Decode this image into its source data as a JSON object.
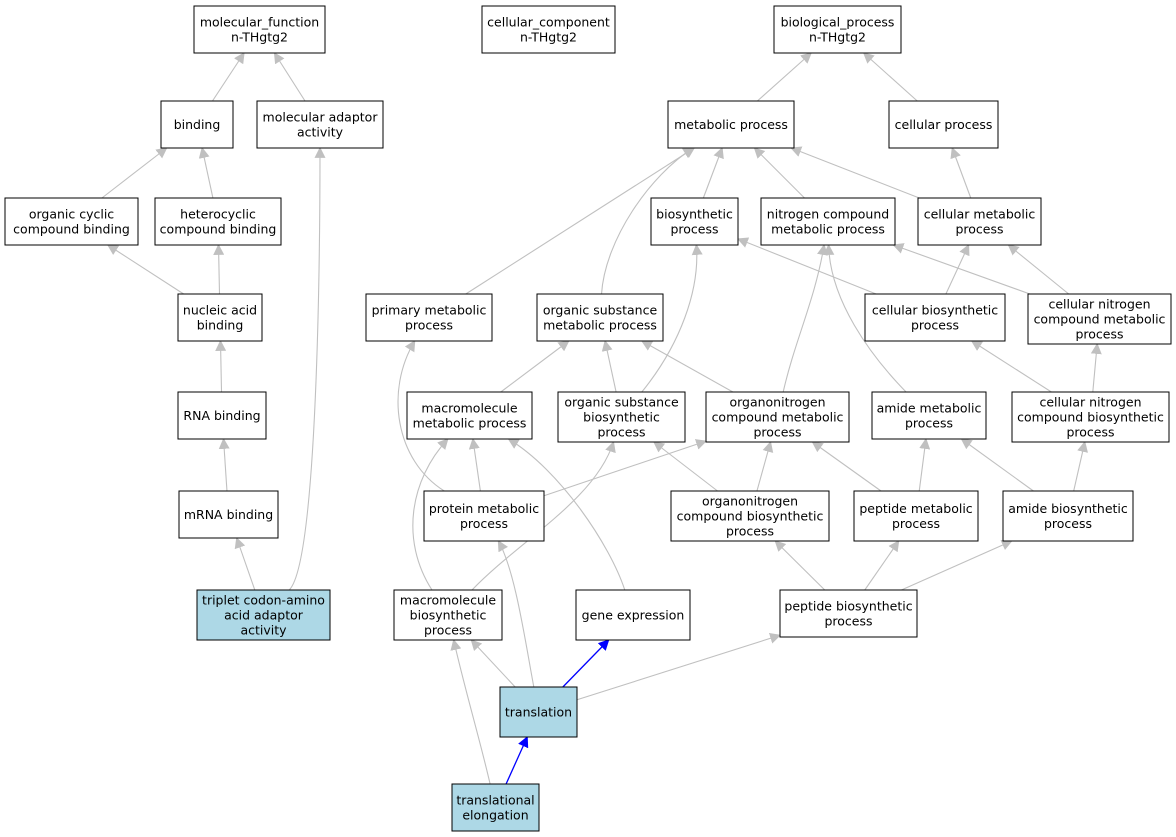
{
  "colors": {
    "node_fill": "#ffffff",
    "highlight_fill": "#add8e6",
    "node_stroke": "#000000",
    "edge_gray": "#c0c0c0",
    "edge_highlight": "#0000ff"
  },
  "nodes": [
    {
      "id": "molecular_function",
      "lines": [
        "molecular_function",
        "n-THgtg2"
      ],
      "highlighted": false
    },
    {
      "id": "cellular_component",
      "lines": [
        "cellular_component",
        "n-THgtg2"
      ],
      "highlighted": false
    },
    {
      "id": "biological_process",
      "lines": [
        "biological_process",
        "n-THgtg2"
      ],
      "highlighted": false
    },
    {
      "id": "binding",
      "lines": [
        "binding"
      ],
      "highlighted": false
    },
    {
      "id": "molecular_adaptor_activity",
      "lines": [
        "molecular adaptor",
        "activity"
      ],
      "highlighted": false
    },
    {
      "id": "metabolic_process",
      "lines": [
        "metabolic process"
      ],
      "highlighted": false
    },
    {
      "id": "cellular_process",
      "lines": [
        "cellular process"
      ],
      "highlighted": false
    },
    {
      "id": "organic_cyclic_compound_binding",
      "lines": [
        "organic cyclic",
        "compound binding"
      ],
      "highlighted": false
    },
    {
      "id": "heterocyclic_compound_binding",
      "lines": [
        "heterocyclic",
        "compound binding"
      ],
      "highlighted": false
    },
    {
      "id": "biosynthetic_process",
      "lines": [
        "biosynthetic",
        "process"
      ],
      "highlighted": false
    },
    {
      "id": "nitrogen_compound_metabolic_process",
      "lines": [
        "nitrogen compound",
        "metabolic process"
      ],
      "highlighted": false
    },
    {
      "id": "cellular_metabolic_process",
      "lines": [
        "cellular metabolic",
        "process"
      ],
      "highlighted": false
    },
    {
      "id": "nucleic_acid_binding",
      "lines": [
        "nucleic acid",
        "binding"
      ],
      "highlighted": false
    },
    {
      "id": "primary_metabolic_process",
      "lines": [
        "primary metabolic",
        "process"
      ],
      "highlighted": false
    },
    {
      "id": "organic_substance_metabolic_process",
      "lines": [
        "organic substance",
        "metabolic process"
      ],
      "highlighted": false
    },
    {
      "id": "cellular_biosynthetic_process",
      "lines": [
        "cellular biosynthetic",
        "process"
      ],
      "highlighted": false
    },
    {
      "id": "cellular_nitrogen_compound_metabolic_process",
      "lines": [
        "cellular nitrogen",
        "compound metabolic",
        "process"
      ],
      "highlighted": false
    },
    {
      "id": "rna_binding",
      "lines": [
        "RNA binding"
      ],
      "highlighted": false
    },
    {
      "id": "macromolecule_metabolic_process",
      "lines": [
        "macromolecule",
        "metabolic process"
      ],
      "highlighted": false
    },
    {
      "id": "organic_substance_biosynthetic_process",
      "lines": [
        "organic substance",
        "biosynthetic",
        "process"
      ],
      "highlighted": false
    },
    {
      "id": "organonitrogen_compound_metabolic_process",
      "lines": [
        "organonitrogen",
        "compound metabolic",
        "process"
      ],
      "highlighted": false
    },
    {
      "id": "amide_metabolic_process",
      "lines": [
        "amide metabolic",
        "process"
      ],
      "highlighted": false
    },
    {
      "id": "cellular_nitrogen_compound_biosynthetic_process",
      "lines": [
        "cellular nitrogen",
        "compound biosynthetic",
        "process"
      ],
      "highlighted": false
    },
    {
      "id": "mrna_binding",
      "lines": [
        "mRNA binding"
      ],
      "highlighted": false
    },
    {
      "id": "protein_metabolic_process",
      "lines": [
        "protein metabolic",
        "process"
      ],
      "highlighted": false
    },
    {
      "id": "organonitrogen_compound_biosynthetic_process",
      "lines": [
        "organonitrogen",
        "compound biosynthetic",
        "process"
      ],
      "highlighted": false
    },
    {
      "id": "peptide_metabolic_process",
      "lines": [
        "peptide metabolic",
        "process"
      ],
      "highlighted": false
    },
    {
      "id": "amide_biosynthetic_process",
      "lines": [
        "amide biosynthetic",
        "process"
      ],
      "highlighted": false
    },
    {
      "id": "triplet_codon_amino_acid_adaptor_activity",
      "lines": [
        "triplet codon-amino",
        "acid adaptor",
        "activity"
      ],
      "highlighted": true
    },
    {
      "id": "macromolecule_biosynthetic_process",
      "lines": [
        "macromolecule",
        "biosynthetic",
        "process"
      ],
      "highlighted": false
    },
    {
      "id": "gene_expression",
      "lines": [
        "gene expression"
      ],
      "highlighted": false
    },
    {
      "id": "peptide_biosynthetic_process",
      "lines": [
        "peptide biosynthetic",
        "process"
      ],
      "highlighted": false
    },
    {
      "id": "translation",
      "lines": [
        "translation"
      ],
      "highlighted": true
    },
    {
      "id": "translational_elongation",
      "lines": [
        "translational",
        "elongation"
      ],
      "highlighted": true
    }
  ],
  "edges": [
    {
      "from": "binding",
      "to": "molecular_function",
      "highlighted": false
    },
    {
      "from": "molecular_adaptor_activity",
      "to": "molecular_function",
      "highlighted": false
    },
    {
      "from": "metabolic_process",
      "to": "biological_process",
      "highlighted": false
    },
    {
      "from": "cellular_process",
      "to": "biological_process",
      "highlighted": false
    },
    {
      "from": "organic_cyclic_compound_binding",
      "to": "binding",
      "highlighted": false
    },
    {
      "from": "heterocyclic_compound_binding",
      "to": "binding",
      "highlighted": false
    },
    {
      "from": "nucleic_acid_binding",
      "to": "organic_cyclic_compound_binding",
      "highlighted": false
    },
    {
      "from": "nucleic_acid_binding",
      "to": "heterocyclic_compound_binding",
      "highlighted": false
    },
    {
      "from": "rna_binding",
      "to": "nucleic_acid_binding",
      "highlighted": false
    },
    {
      "from": "mrna_binding",
      "to": "rna_binding",
      "highlighted": false
    },
    {
      "from": "triplet_codon_amino_acid_adaptor_activity",
      "to": "mrna_binding",
      "highlighted": false
    },
    {
      "from": "triplet_codon_amino_acid_adaptor_activity",
      "to": "molecular_adaptor_activity",
      "highlighted": false
    },
    {
      "from": "biosynthetic_process",
      "to": "metabolic_process",
      "highlighted": false
    },
    {
      "from": "nitrogen_compound_metabolic_process",
      "to": "metabolic_process",
      "highlighted": false
    },
    {
      "from": "cellular_metabolic_process",
      "to": "metabolic_process",
      "highlighted": false
    },
    {
      "from": "cellular_metabolic_process",
      "to": "cellular_process",
      "highlighted": false
    },
    {
      "from": "primary_metabolic_process",
      "to": "metabolic_process",
      "highlighted": false
    },
    {
      "from": "organic_substance_metabolic_process",
      "to": "metabolic_process",
      "highlighted": false
    },
    {
      "from": "cellular_biosynthetic_process",
      "to": "biosynthetic_process",
      "highlighted": false
    },
    {
      "from": "cellular_biosynthetic_process",
      "to": "cellular_metabolic_process",
      "highlighted": false
    },
    {
      "from": "cellular_nitrogen_compound_metabolic_process",
      "to": "nitrogen_compound_metabolic_process",
      "highlighted": false
    },
    {
      "from": "cellular_nitrogen_compound_metabolic_process",
      "to": "cellular_metabolic_process",
      "highlighted": false
    },
    {
      "from": "macromolecule_metabolic_process",
      "to": "organic_substance_metabolic_process",
      "highlighted": false
    },
    {
      "from": "organic_substance_biosynthetic_process",
      "to": "organic_substance_metabolic_process",
      "highlighted": false
    },
    {
      "from": "organic_substance_biosynthetic_process",
      "to": "biosynthetic_process",
      "highlighted": false
    },
    {
      "from": "organonitrogen_compound_metabolic_process",
      "to": "organic_substance_metabolic_process",
      "highlighted": false
    },
    {
      "from": "organonitrogen_compound_metabolic_process",
      "to": "nitrogen_compound_metabolic_process",
      "highlighted": false
    },
    {
      "from": "amide_metabolic_process",
      "to": "nitrogen_compound_metabolic_process",
      "highlighted": false
    },
    {
      "from": "cellular_nitrogen_compound_biosynthetic_process",
      "to": "cellular_biosynthetic_process",
      "highlighted": false
    },
    {
      "from": "cellular_nitrogen_compound_biosynthetic_process",
      "to": "cellular_nitrogen_compound_metabolic_process",
      "highlighted": false
    },
    {
      "from": "protein_metabolic_process",
      "to": "primary_metabolic_process",
      "highlighted": false
    },
    {
      "from": "protein_metabolic_process",
      "to": "macromolecule_metabolic_process",
      "highlighted": false
    },
    {
      "from": "protein_metabolic_process",
      "to": "organonitrogen_compound_metabolic_process",
      "highlighted": false
    },
    {
      "from": "organonitrogen_compound_biosynthetic_process",
      "to": "organic_substance_biosynthetic_process",
      "highlighted": false
    },
    {
      "from": "organonitrogen_compound_biosynthetic_process",
      "to": "organonitrogen_compound_metabolic_process",
      "highlighted": false
    },
    {
      "from": "peptide_metabolic_process",
      "to": "organonitrogen_compound_metabolic_process",
      "highlighted": false
    },
    {
      "from": "peptide_metabolic_process",
      "to": "amide_metabolic_process",
      "highlighted": false
    },
    {
      "from": "amide_biosynthetic_process",
      "to": "amide_metabolic_process",
      "highlighted": false
    },
    {
      "from": "amide_biosynthetic_process",
      "to": "cellular_nitrogen_compound_biosynthetic_process",
      "highlighted": false
    },
    {
      "from": "macromolecule_biosynthetic_process",
      "to": "macromolecule_metabolic_process",
      "highlighted": false
    },
    {
      "from": "macromolecule_biosynthetic_process",
      "to": "organic_substance_biosynthetic_process",
      "highlighted": false
    },
    {
      "from": "gene_expression",
      "to": "macromolecule_metabolic_process",
      "highlighted": false
    },
    {
      "from": "peptide_biosynthetic_process",
      "to": "organonitrogen_compound_biosynthetic_process",
      "highlighted": false
    },
    {
      "from": "peptide_biosynthetic_process",
      "to": "peptide_metabolic_process",
      "highlighted": false
    },
    {
      "from": "peptide_biosynthetic_process",
      "to": "amide_biosynthetic_process",
      "highlighted": false
    },
    {
      "from": "translation",
      "to": "macromolecule_biosynthetic_process",
      "highlighted": false
    },
    {
      "from": "translation",
      "to": "protein_metabolic_process",
      "highlighted": false
    },
    {
      "from": "translation",
      "to": "gene_expression",
      "highlighted": true
    },
    {
      "from": "translation",
      "to": "peptide_biosynthetic_process",
      "highlighted": false
    },
    {
      "from": "translational_elongation",
      "to": "macromolecule_biosynthetic_process",
      "highlighted": false
    },
    {
      "from": "translational_elongation",
      "to": "translation",
      "highlighted": true
    }
  ]
}
